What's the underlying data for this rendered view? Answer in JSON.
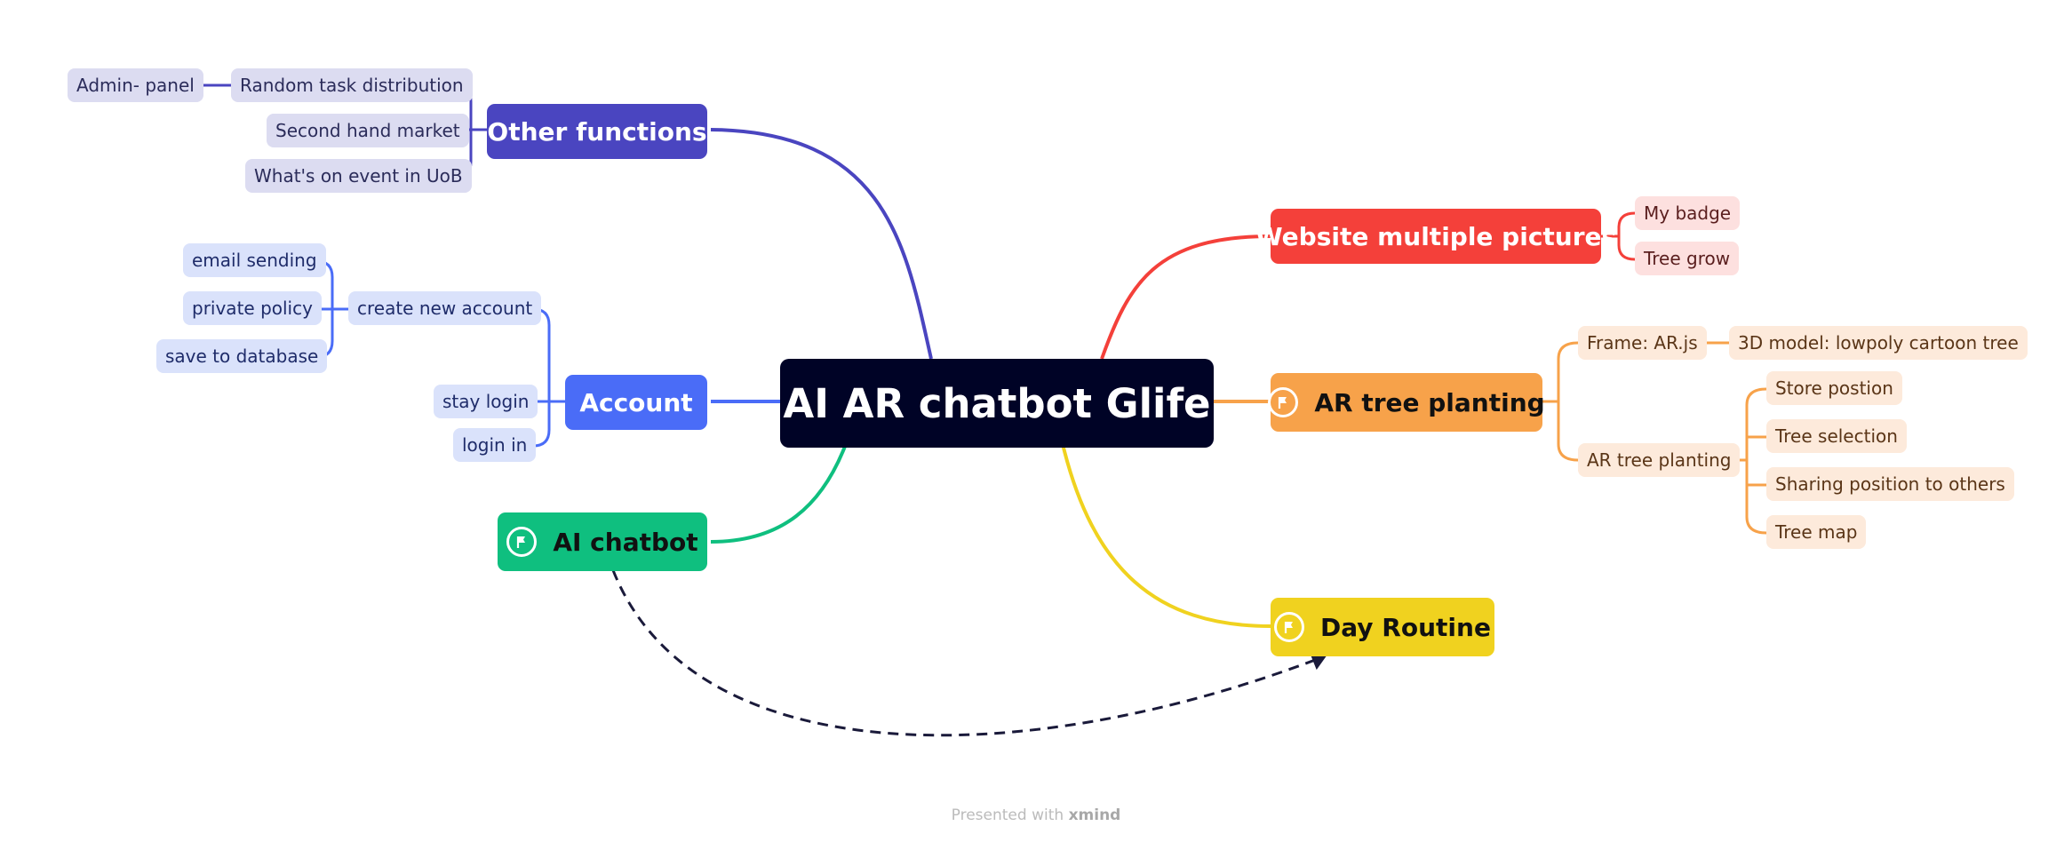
{
  "root": "AI AR chatbot Glife",
  "other_functions": {
    "label": "Other functions",
    "items": [
      "Random task distribution",
      "Second hand market",
      "What's on event in UoB"
    ],
    "admin": "Admin- panel"
  },
  "account": {
    "label": "Account",
    "create": "create new account",
    "create_children": [
      "email sending",
      "private policy",
      "save to database"
    ],
    "stay_login": "stay login",
    "login_in": "login in"
  },
  "ai_chatbot": {
    "label": "AI chatbot",
    "icon": "flag-icon"
  },
  "website": {
    "label": "Website multiple pictures",
    "items": [
      "My badge",
      "Tree grow"
    ]
  },
  "ar_tree": {
    "label": "AR tree planting",
    "icon": "flag-icon",
    "frame": "Frame: AR.js",
    "model": "3D model: lowpoly cartoon tree",
    "sub_planting": "AR tree planting",
    "sub_items": [
      "Store postion",
      "Tree selection",
      "Sharing position to others",
      "Tree map"
    ]
  },
  "day_routine": {
    "label": "Day Routine",
    "icon": "flag-icon"
  },
  "colors": {
    "purple": "#4a45c0",
    "blue": "#4a6cf7",
    "green": "#0fbf7f",
    "red": "#f4403a",
    "orange": "#f7a24a",
    "yellow": "#f0d21f",
    "root": "#000326",
    "relationship": "#1a1a3a"
  },
  "footer": {
    "prefix": "Presented with",
    "brand": "xmind"
  }
}
